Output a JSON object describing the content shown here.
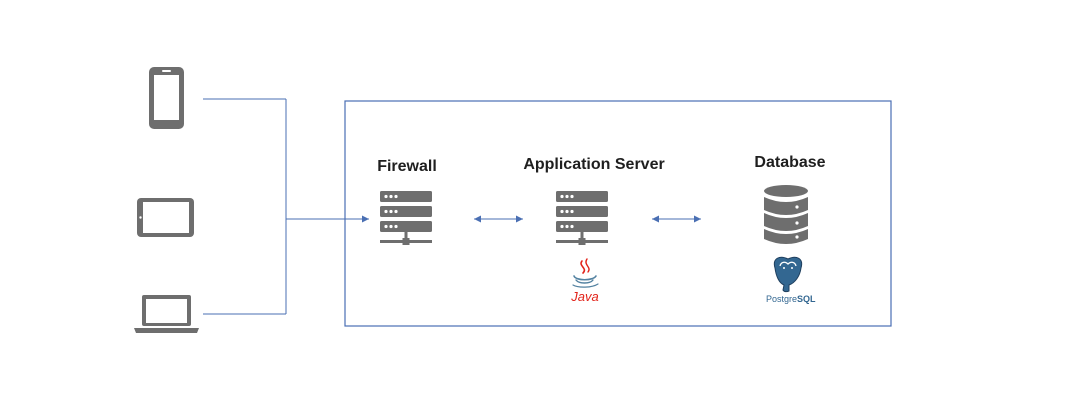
{
  "diagram": {
    "nodes": {
      "firewall": {
        "label": "Firewall"
      },
      "app_server": {
        "label": "Application Server",
        "tech_logo": {
          "icon": "java-icon",
          "text": "Java"
        }
      },
      "database": {
        "label": "Database",
        "tech_logo": {
          "icon": "postgresql-icon",
          "text_a": "Postgre",
          "text_b": "SQL"
        }
      }
    },
    "clients": [
      {
        "icon": "smartphone-icon"
      },
      {
        "icon": "tablet-icon"
      },
      {
        "icon": "laptop-icon"
      }
    ],
    "connections": [
      {
        "from": "clients",
        "to": "firewall",
        "direction": "one-way"
      },
      {
        "from": "firewall",
        "to": "app_server",
        "direction": "two-way"
      },
      {
        "from": "app_server",
        "to": "database",
        "direction": "two-way"
      }
    ],
    "colors": {
      "line": "#4a6fb3",
      "icon_gray": "#6e6e6e",
      "java_red": "#e2231a",
      "java_blue": "#5382a1",
      "postgres_blue": "#336791"
    }
  }
}
